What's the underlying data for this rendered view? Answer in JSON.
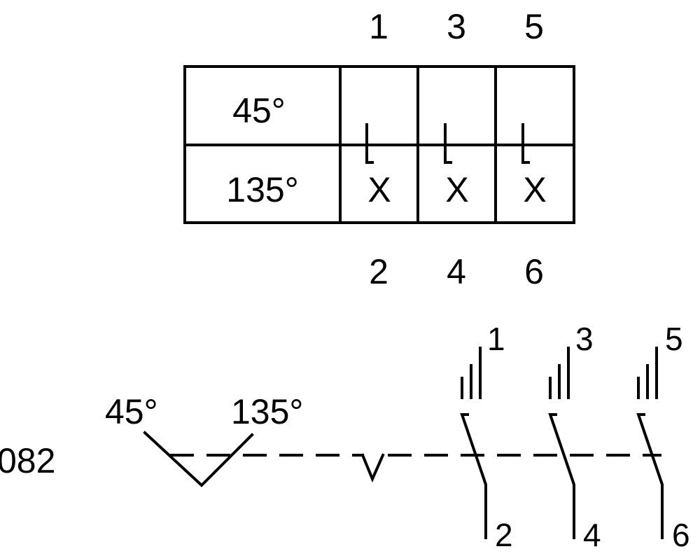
{
  "table": {
    "top_terminals": [
      "1",
      "3",
      "5"
    ],
    "bottom_terminals": [
      "2",
      "4",
      "6"
    ],
    "rows": [
      {
        "angle": "45°",
        "marks": [
          "",
          "",
          ""
        ]
      },
      {
        "angle": "135°",
        "marks": [
          "X",
          "X",
          "X"
        ]
      }
    ]
  },
  "schematic": {
    "device_code": "082",
    "position_left": "45°",
    "position_right": "135°",
    "contacts": [
      {
        "top": "1",
        "bottom": "2"
      },
      {
        "top": "3",
        "bottom": "4"
      },
      {
        "top": "5",
        "bottom": "6"
      }
    ]
  }
}
